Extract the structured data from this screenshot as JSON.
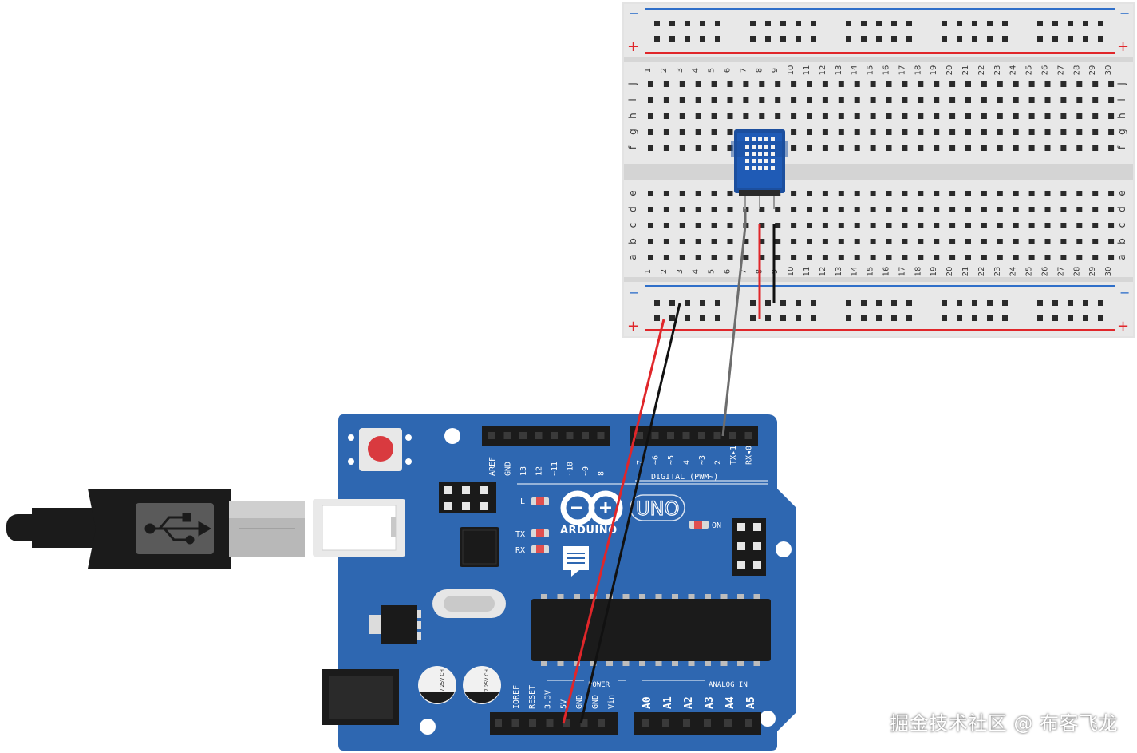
{
  "board": {
    "logo": "ARDUINO",
    "model": "UNO",
    "on_label": "ON",
    "l_label": "L",
    "tx_label": "TX",
    "rx_label": "RX",
    "digital_label": "DIGITAL (PWM~)",
    "power_label": "POWER",
    "analog_label": "ANALOG IN",
    "digital_pins_left": [
      "AREF",
      "GND",
      "13",
      "12",
      "~11",
      "~10",
      "~9",
      "8"
    ],
    "digital_pins_right": [
      "7",
      "~6",
      "~5",
      "4",
      "~3",
      "2",
      "TX▸1",
      "RX◂0"
    ],
    "power_pins": [
      "IOREF",
      "RESET",
      "3.3V",
      "5V",
      "GND",
      "GND",
      "Vin"
    ],
    "analog_pins": [
      "A0",
      "A1",
      "A2",
      "A3",
      "A4",
      "A5"
    ],
    "capacitor_text": "47 25V CH"
  },
  "breadboard": {
    "columns": [
      "1",
      "2",
      "3",
      "4",
      "5",
      "6",
      "7",
      "8",
      "9",
      "10",
      "11",
      "12",
      "13",
      "14",
      "15",
      "16",
      "17",
      "18",
      "19",
      "20",
      "21",
      "22",
      "23",
      "24",
      "25",
      "26",
      "27",
      "28",
      "29",
      "30"
    ],
    "rows_top": [
      "j",
      "i",
      "h",
      "g",
      "f"
    ],
    "rows_bottom": [
      "e",
      "d",
      "c",
      "b",
      "a"
    ],
    "rail_minus": "−",
    "rail_plus": "+"
  },
  "wires": [
    {
      "name": "5V",
      "color": "#e0262a"
    },
    {
      "name": "GND",
      "color": "#111111"
    },
    {
      "name": "Data pin 2",
      "color": "#6d6d6d"
    }
  ],
  "colors": {
    "board_blue": "#2e67b1",
    "breadboard": "#e6e6e6",
    "sensor_blue": "#1f5bb6",
    "rail_red": "#e0262a",
    "rail_blue": "#2f6fc9"
  },
  "watermark": "掘金技术社区 @ 布客飞龙"
}
